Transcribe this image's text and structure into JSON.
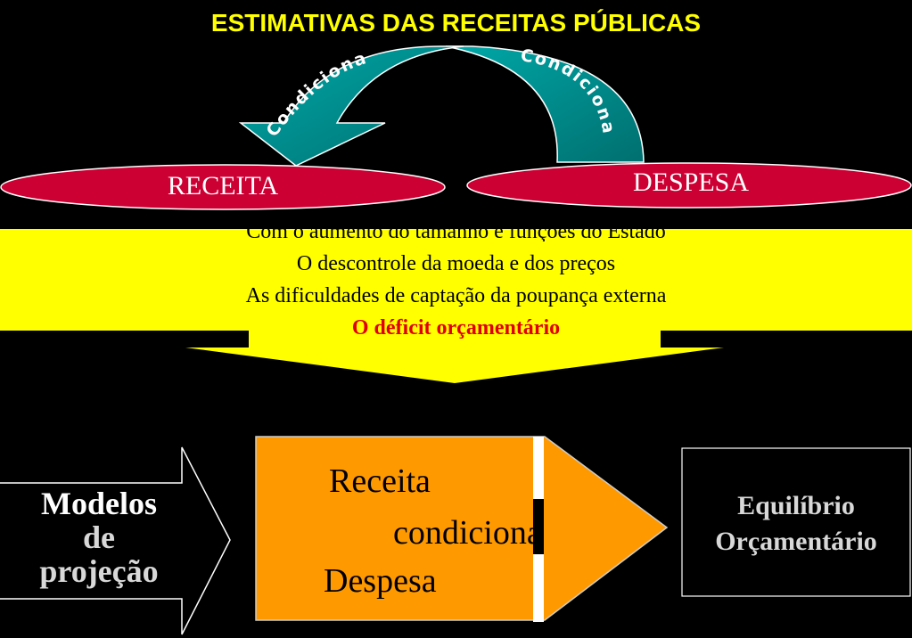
{
  "title": "ESTIMATIVAS DAS RECEITAS PÚBLICAS",
  "arrows": {
    "left_label": "Condiciona",
    "right_label": "Condiciona"
  },
  "ellipses": {
    "receita": "RECEITA",
    "despesa": "DESPESA"
  },
  "band": {
    "line1": "Com o aumento do tamanho e funções do Estado",
    "line2": "O descontrole da moeda e dos preços",
    "line3": "As dificuldades de captação da poupança externa",
    "line4": "O déficit orçamentário"
  },
  "bottom": {
    "modelos": [
      "Modelos",
      "de",
      "projeção"
    ],
    "center": [
      "Receita",
      "condiciona",
      "Despesa"
    ],
    "equilibrio": [
      "Equilíbrio",
      "Orçamentário"
    ]
  },
  "colors": {
    "background": "#000000",
    "title": "#ffff00",
    "ellipse": "#cc0033",
    "band": "#ffff00",
    "curved_arrow": "#008b8b",
    "center_arrow": "#ff9900",
    "deficit_text": "#e00000"
  }
}
